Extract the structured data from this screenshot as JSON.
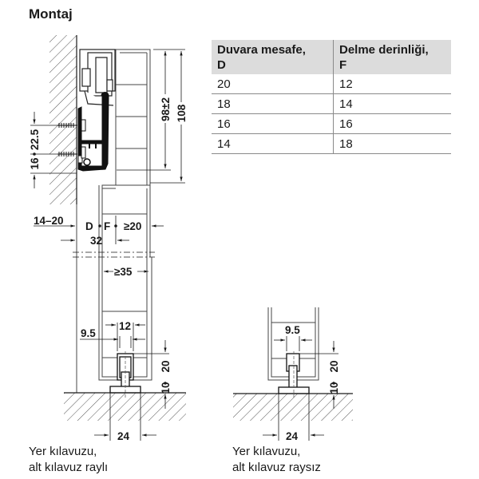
{
  "title": "Montaj",
  "table": {
    "headers": [
      "Duvara mesafe, D",
      "Delme derinliği, F"
    ],
    "header_lines": [
      [
        "Duvara mesafe,",
        "D"
      ],
      [
        "Delme derinliği,",
        "F"
      ]
    ],
    "rows": [
      [
        "20",
        "12"
      ],
      [
        "18",
        "14"
      ],
      [
        "16",
        "16"
      ],
      [
        "14",
        "18"
      ]
    ]
  },
  "top_view": {
    "dims": {
      "h_98": "98±2",
      "h_108": "108",
      "screw_spacing": "22.5",
      "bottom_offset": "16",
      "wall_gap": "14–20",
      "D": "D",
      "F": "F",
      "min_20": "≥20",
      "w_32": "32",
      "min_35": "≥35"
    }
  },
  "bottom_left": {
    "dims": {
      "w_12": "12",
      "w_9_5": "9.5",
      "h_20": "20",
      "h_10": "10",
      "w_24": "24"
    },
    "caption": [
      "Yer kılavuzu,",
      "alt kılavuz raylı"
    ]
  },
  "bottom_right": {
    "dims": {
      "w_9_5": "9.5",
      "h_20": "20",
      "h_10": "10",
      "w_24": "24"
    },
    "caption": [
      "Yer kılavuzu,",
      "alt kılavuz raysız"
    ]
  },
  "colors": {
    "line": "#1a1a1a",
    "hatch": "#555555",
    "table_header_bg": "#dcdcdc",
    "table_rule": "#8a8a8a",
    "profile_fill": "#111111"
  }
}
